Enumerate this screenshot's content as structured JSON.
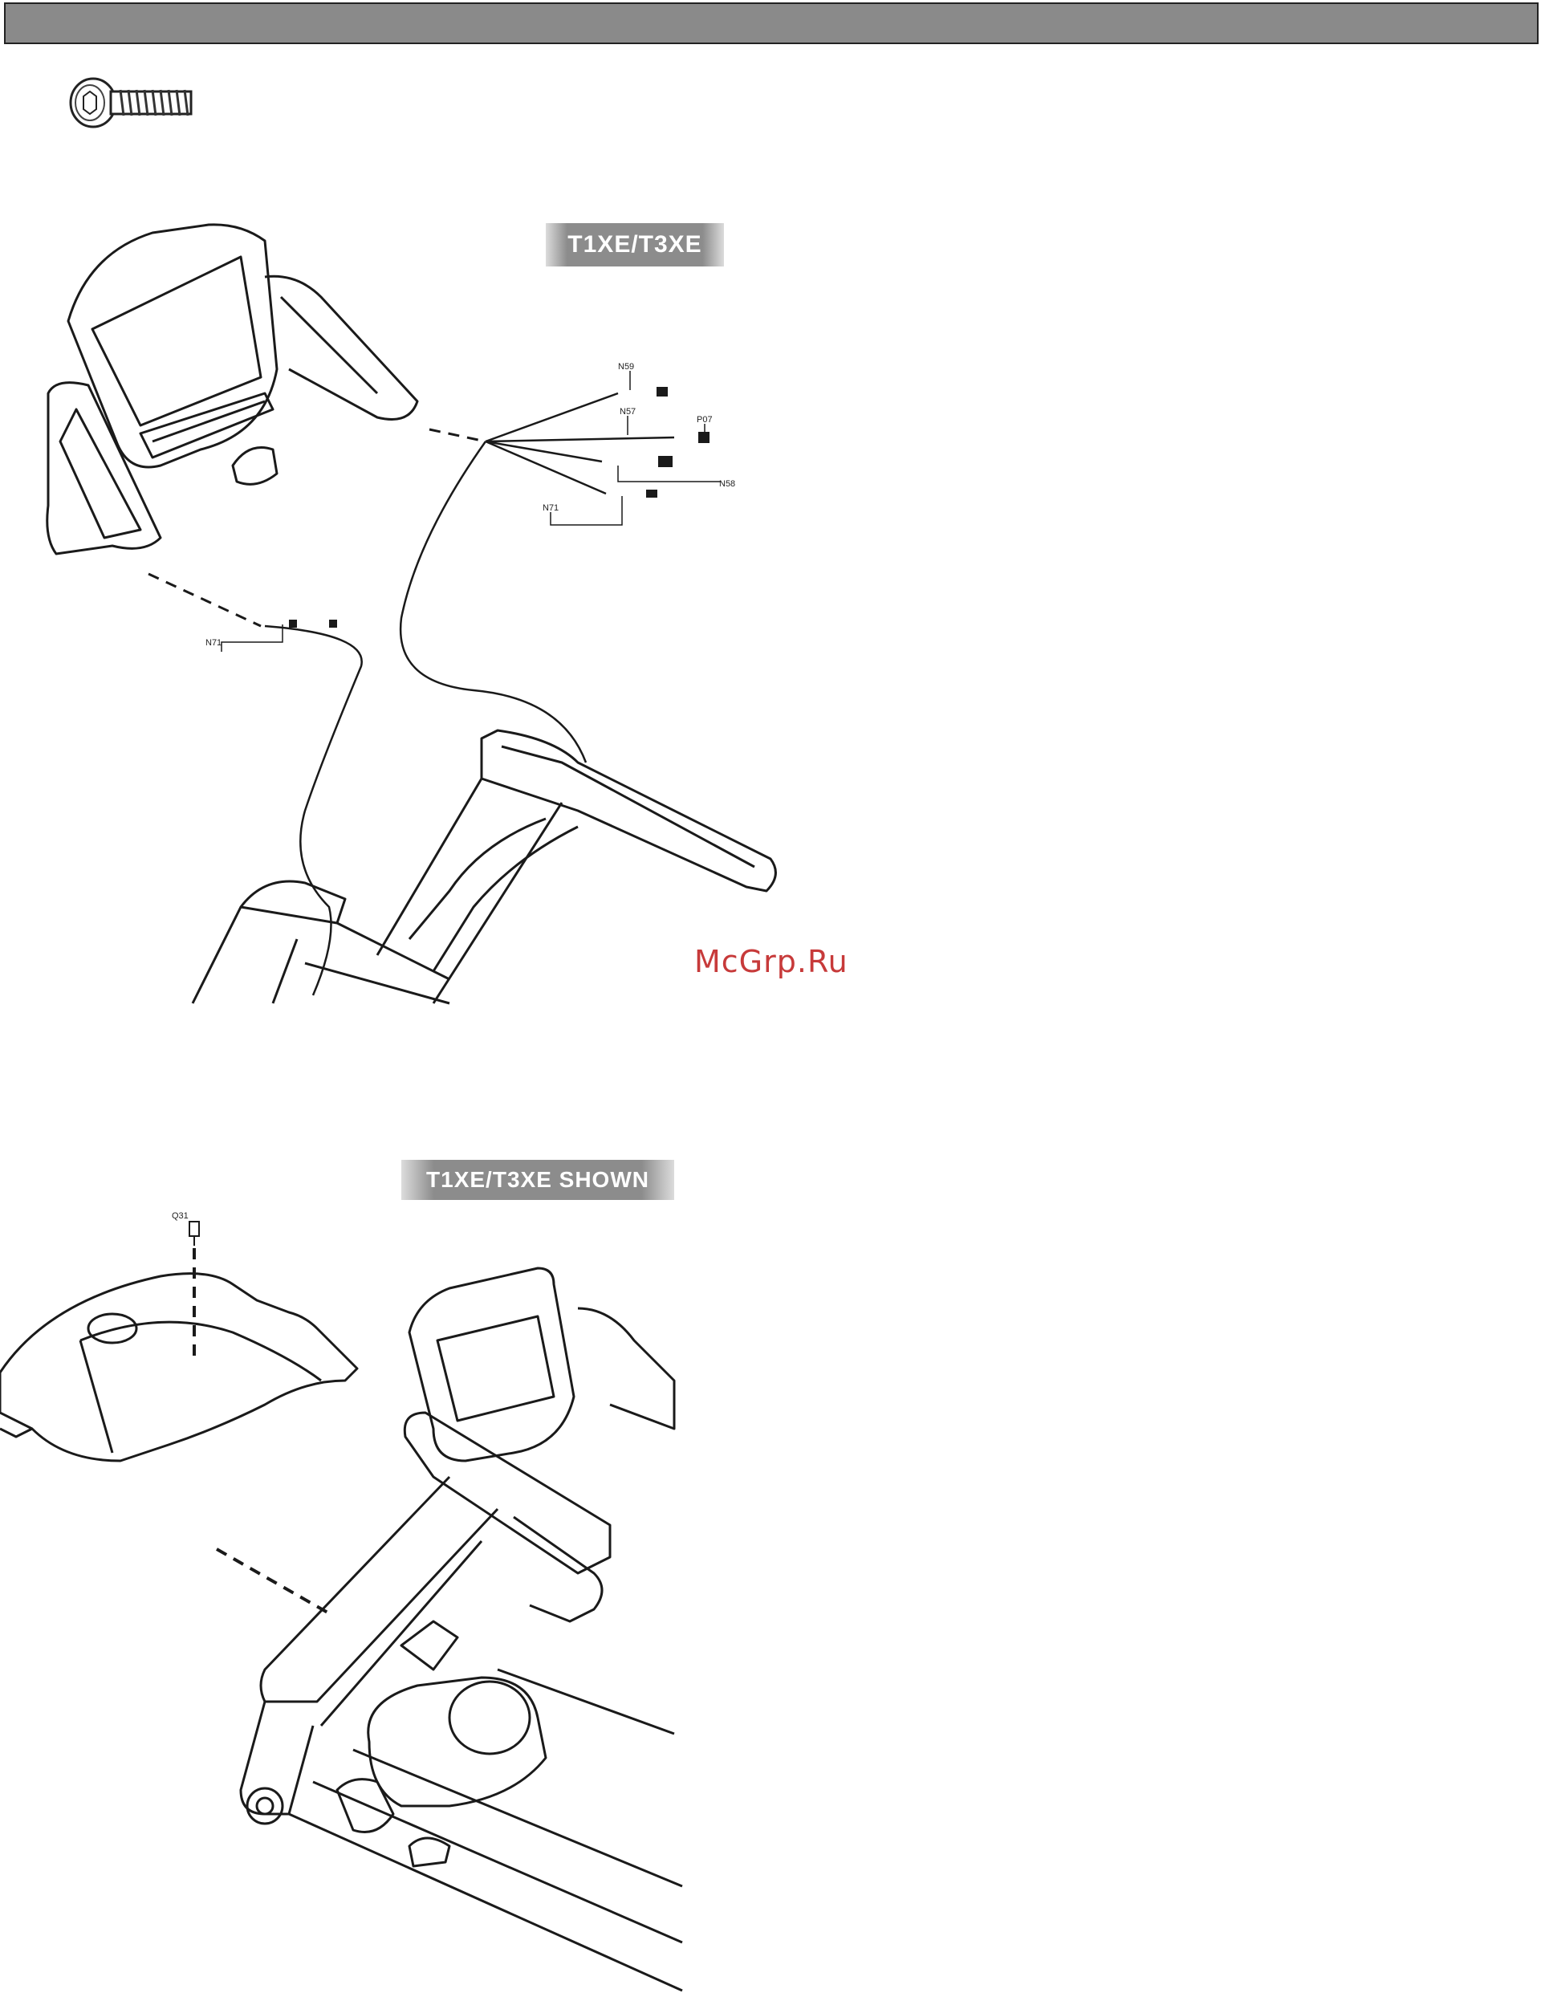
{
  "figure1": {
    "label": "T1XE/T3XE"
  },
  "figure2": {
    "label": "T1XE/T3XE SHOWN"
  },
  "watermark": "McGrp.Ru",
  "parts": {
    "n59": "N59",
    "n57": "N57",
    "p07": "P07",
    "n58": "N58",
    "n71_upper": "N71",
    "n71_lower": "N71",
    "q31": "Q31"
  },
  "icons": [
    "bolt-icon"
  ]
}
